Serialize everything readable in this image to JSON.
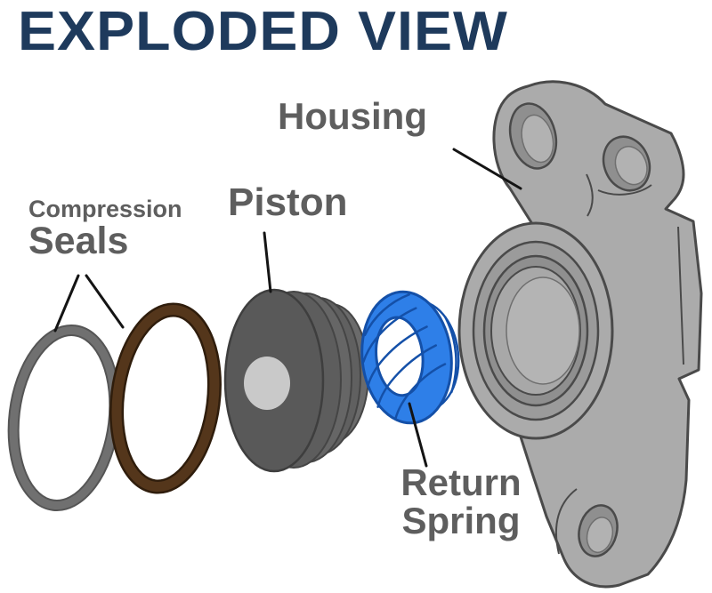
{
  "title": "EXPLODED VIEW",
  "parts": {
    "housing": {
      "label": "Housing"
    },
    "seals": {
      "label_line1": "Compression",
      "label_line2": "Seals"
    },
    "piston": {
      "label": "Piston"
    },
    "spring": {
      "label_line1": "Return",
      "label_line2": "Spring"
    }
  },
  "colors": {
    "background": "#ffffff",
    "title": "#1e3a5c",
    "label": "#5e5e5e",
    "leader_line": "#141414",
    "seal_gray": "#707070",
    "seal_brown": "#54361b",
    "piston_body": "#595959",
    "piston_center": "#c9c9c9",
    "spring_fill": "#2e7fe8",
    "spring_line": "#1450a8",
    "housing_fill": "#ababab",
    "housing_stroke": "#4a4a4a"
  }
}
